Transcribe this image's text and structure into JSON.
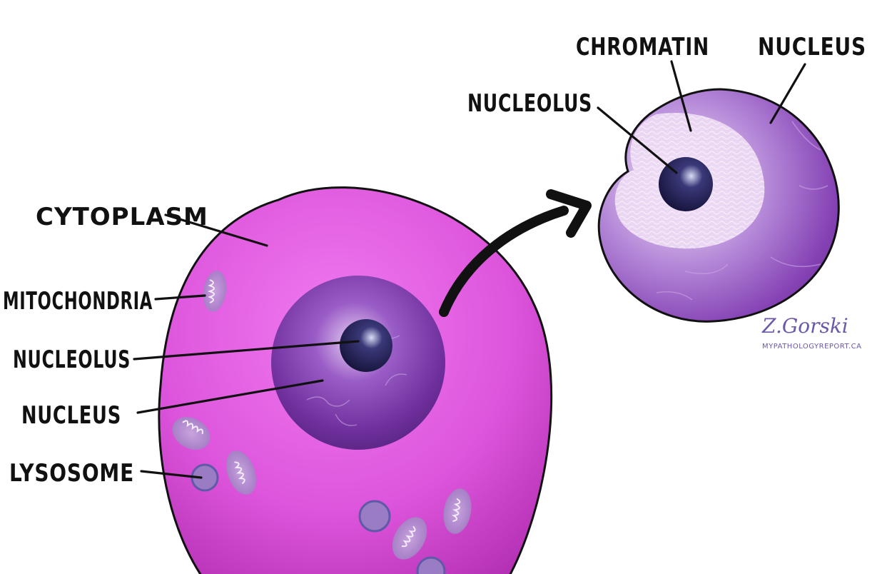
{
  "labels": {
    "cytoplasm": "CYTOPLASM",
    "mitochondria": "MITOCHONDRIA",
    "nucleolus_left": "NUCLEOLUS",
    "nucleus_left": "NUCLEUS",
    "lysosome": "LYSOSOME",
    "nucleolus_right": "NUCLEOLUS",
    "chromatin": "CHROMATIN",
    "nucleus_right": "NUCLEUS"
  },
  "watermark": {
    "signature": "Z.Gorski",
    "site": "MYPATHOLOGYREPORT.CA"
  },
  "colors": {
    "cytoplasm": "#d84fd6",
    "cytoplasm_edge": "#b32fb3",
    "nucleus": "#7a3aa6",
    "nucleus_dark": "#5a2582",
    "nucleolus": "#1e1b4a",
    "chromatin": "#efe0f4",
    "mitochondria": "#b48ad0",
    "lysosome": "#9478c0",
    "outline": "#111111"
  },
  "icons": {
    "zoom_arrow": "curved-arrow-icon"
  }
}
